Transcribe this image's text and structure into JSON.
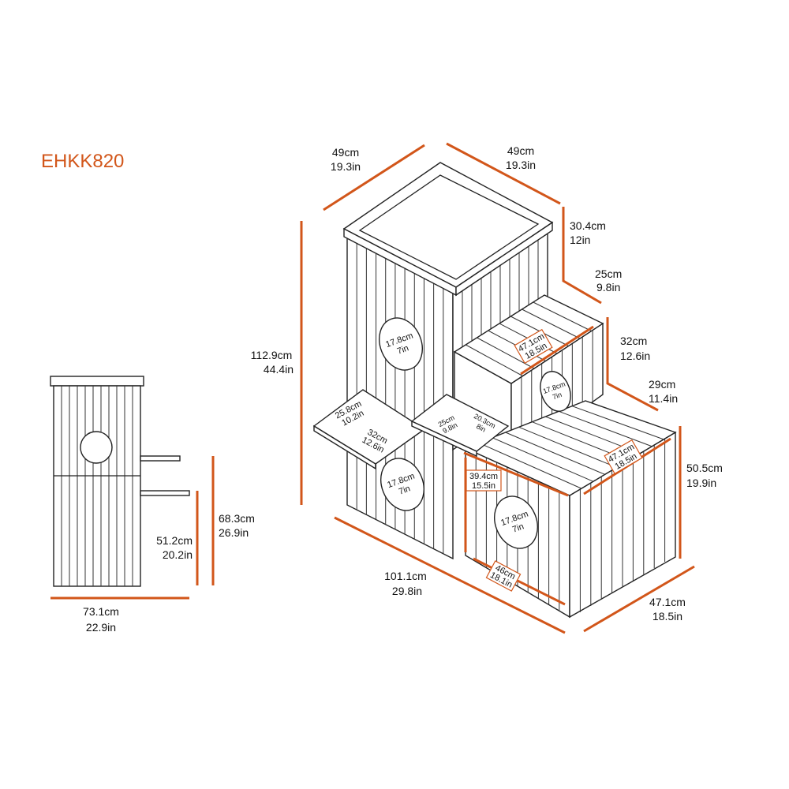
{
  "model": "EHKK820",
  "accent_color": "#d2561a",
  "dimensions": {
    "top_width_left": {
      "cm": "49cm",
      "in": "19.3in"
    },
    "top_width_right": {
      "cm": "49cm",
      "in": "19.3in"
    },
    "top_box_height": {
      "cm": "30.4cm",
      "in": "12in"
    },
    "step1_depth": {
      "cm": "25cm",
      "in": "9.8in"
    },
    "step1_height": {
      "cm": "32cm",
      "in": "12.6in"
    },
    "step2_depth": {
      "cm": "29cm",
      "in": "11.4in"
    },
    "lower_height": {
      "cm": "50.5cm",
      "in": "19.9in"
    },
    "total_height": {
      "cm": "112.9cm",
      "in": "44.4in"
    },
    "total_length": {
      "cm": "101.1cm",
      "in": "29.8in"
    },
    "base_depth": {
      "cm": "47.1cm",
      "in": "18.5in"
    },
    "front_width": {
      "cm": "46cm",
      "in": "18.1in"
    },
    "door_height": {
      "cm": "39.4cm",
      "in": "15.5in"
    },
    "mid_top_width": {
      "cm": "47.1cm",
      "in": "18.5in"
    },
    "low_top_width": {
      "cm": "47.1cm",
      "in": "18.5in"
    },
    "hole_top": {
      "cm": "17.8cm",
      "in": "7in"
    },
    "hole_mid": {
      "cm": "17.8cm",
      "in": "7in"
    },
    "hole_low_left": {
      "cm": "17.8cm",
      "in": "7in"
    },
    "hole_low_right": {
      "cm": "17.8cm",
      "in": "7in"
    },
    "shelf_depth": {
      "cm": "25.8cm",
      "in": "10.2in"
    },
    "shelf_width": {
      "cm": "32cm",
      "in": "12.6in"
    },
    "small_shelf_a": {
      "cm": "25cm",
      "in": "9.8in"
    },
    "small_shelf_b": {
      "cm": "20.3cm",
      "in": "8in"
    },
    "side_width": {
      "cm": "73.1cm",
      "in": "22.9in"
    },
    "side_height": {
      "cm": "68.3cm",
      "in": "26.9in"
    },
    "side_shelf_h": {
      "cm": "51.2cm",
      "in": "20.2in"
    }
  }
}
